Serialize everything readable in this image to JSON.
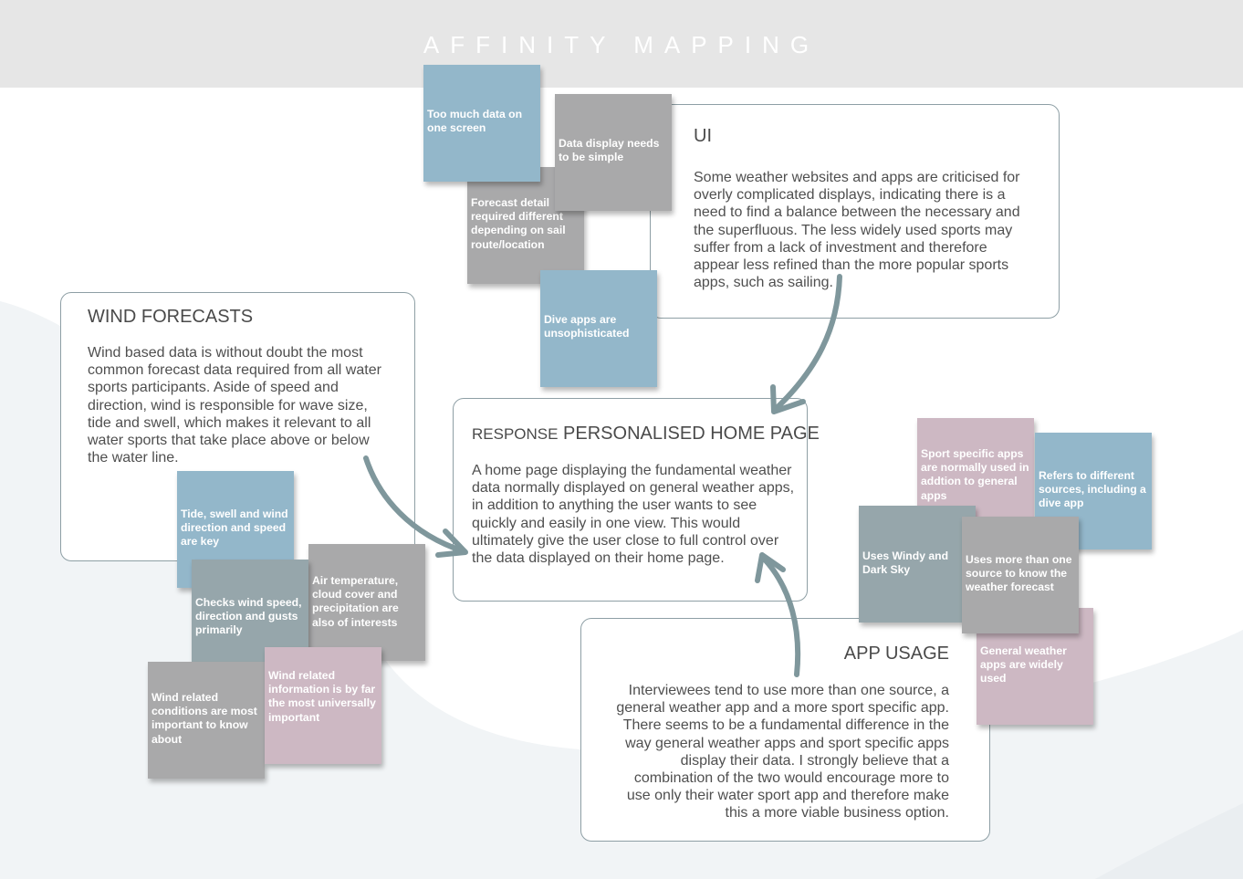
{
  "header": {
    "title": "AFFINITY MAPPING"
  },
  "panels": {
    "ui": {
      "title": "UI",
      "body": "Some weather websites and apps are criticised for overly complicated displays, indicating there is a need to find a balance between the necessary and the superfluous. The less widely used sports may suffer from a lack of investment and therefore appear less refined than the more popular sports apps, such as sailing."
    },
    "wind": {
      "title": "WIND FORECASTS",
      "body": "Wind based data is without doubt the most common forecast data required from all water sports participants. Aside of speed and direction, wind is responsible for wave size, tide and swell, which makes it relevant to all water sports that take place above or below the water line."
    },
    "response": {
      "prefix": "RESPONSE",
      "title": "PERSONALISED HOME PAGE",
      "body": "A home page displaying the fundamental weather data normally displayed on general weather apps, in addition to anything the user wants to see quickly and easily in one view. This would ultimately give the user close to full control over the data displayed on their home page."
    },
    "app_usage": {
      "title": "APP USAGE",
      "body": "Interviewees tend to use more than one source, a general weather app and a more sport specific app. There seems to be a fundamental difference in the way general weather apps and sport specific apps display their data. I strongly believe that a combination of the two would encourage more to use only their water sport app and therefore make this a more viable business option."
    }
  },
  "notes": {
    "too_much_data": "Too much data on one screen",
    "data_display_simple": "Data display needs to be simple",
    "forecast_detail": "Forecast detail required different depending on sail route/location",
    "dive_apps": "Dive apps are unsophisticated",
    "tide_swell": "Tide, swell and wind direction and speed are key",
    "checks_wind": "Checks wind speed, direction and gusts primarily",
    "air_temperature": "Air temperature, cloud cover and precipitation are also of interests",
    "wind_conditions": "Wind related conditions are most important to know about",
    "wind_information": "Wind related information is by far the most universally important",
    "sport_specific": "Sport specific apps are normally used in addtion to general apps",
    "refers_sources": "Refers to different sources, including a dive app",
    "uses_windy": "Uses Windy and Dark Sky",
    "uses_more_sources": "Uses more than one source to know the weather forecast",
    "general_weather": "General weather apps are widely used"
  },
  "colors": {
    "note_blue": "#93b7ca",
    "note_grey": "#a9a9aa",
    "note_pink": "#cdb8c3",
    "note_slate": "#96a6ab",
    "arrow": "#7f979c",
    "banner": "#e6e6e6",
    "background_wave": "#f1f4f6"
  }
}
